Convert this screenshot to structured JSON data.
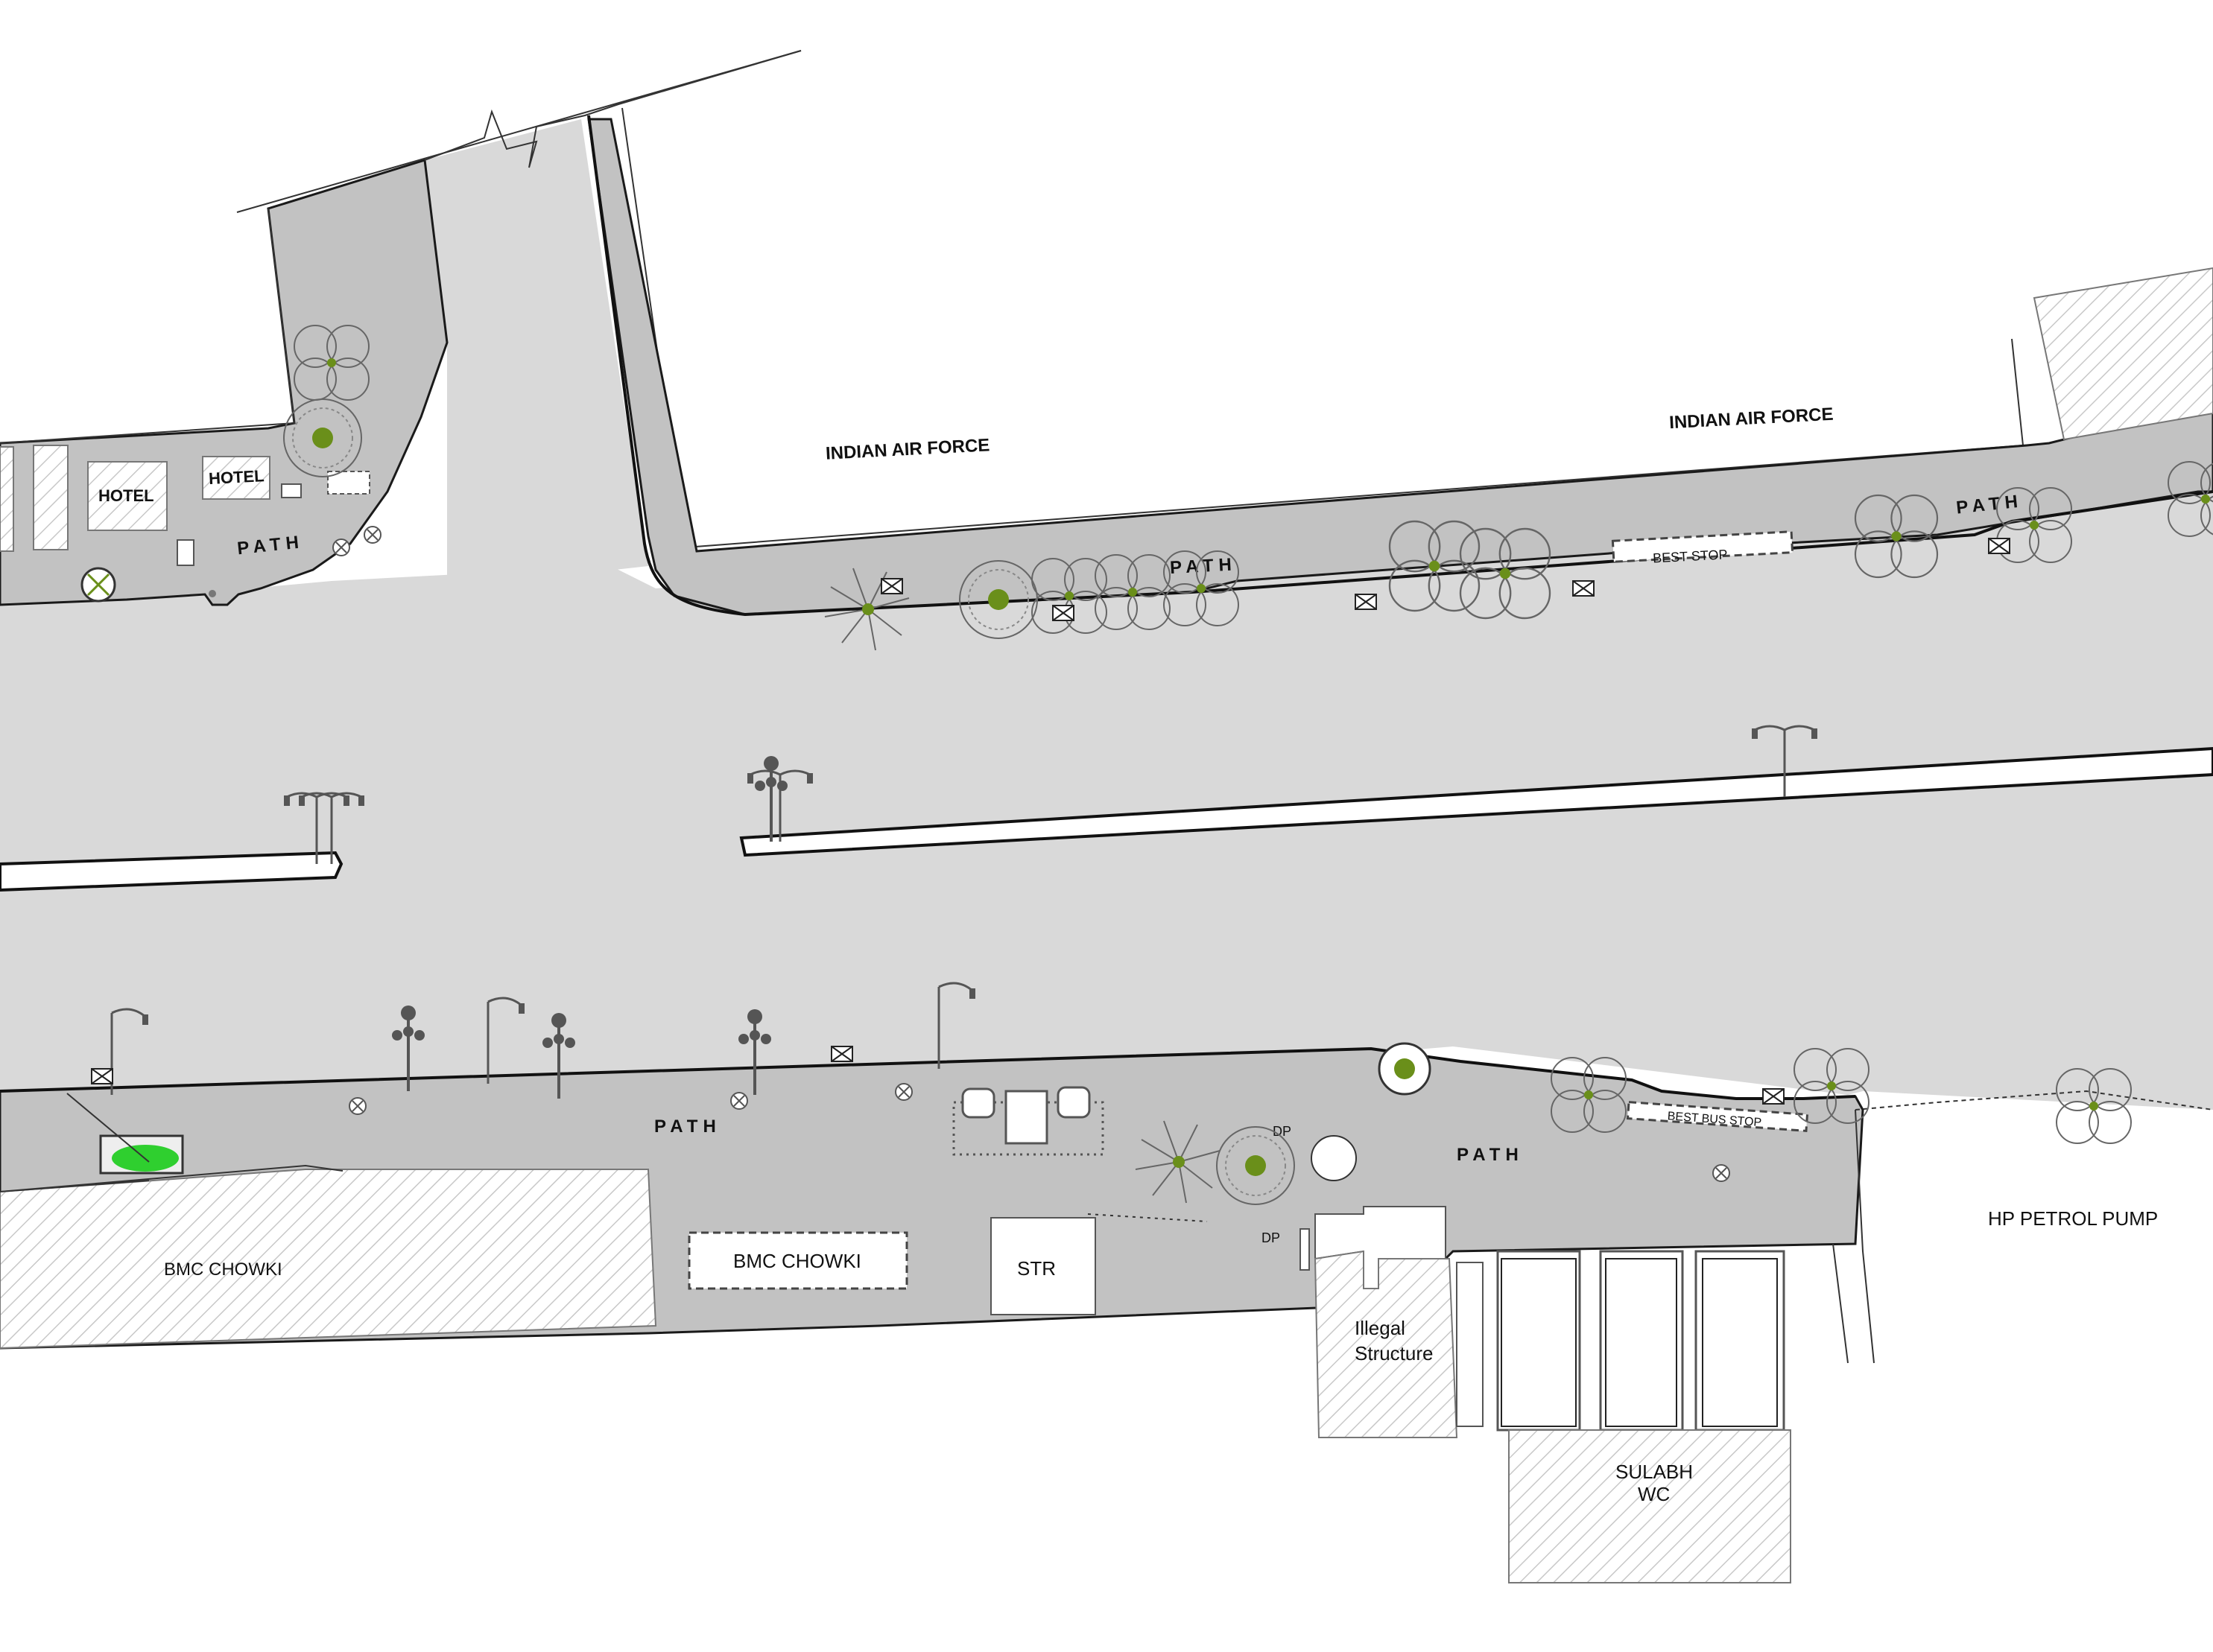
{
  "labels": {
    "indian_air_force_left": "INDIAN AIR FORCE",
    "indian_air_force_right": "INDIAN AIR FORCE",
    "hotel_1": "HOTEL",
    "hotel_2": "HOTEL",
    "path_top_left": "PATH",
    "path_top_mid": "PATH",
    "path_top_right": "PATH",
    "path_bottom_left": "PATH",
    "path_bottom_right": "PATH",
    "best_stop": "BEST STOP",
    "best_bus_stop": "BEST BUS STOP",
    "bmc_chowki_large": "BMC CHOWKI",
    "bmc_chowki_small": "BMC CHOWKI",
    "str": "STR",
    "dp_1": "DP",
    "dp_2": "DP",
    "illegal_structure_1": "Illegal",
    "illegal_structure_2": "Structure",
    "sulabh_1": "SULABH",
    "sulabh_2": "WC",
    "hp_petrol_pump": "HP PETROL PUMP"
  },
  "colors": {
    "road": "#d9d9d9",
    "pavement": "#c2c2c2",
    "tree_trunk": "#6a8f1a",
    "highlight_green": "#2fcf2f"
  },
  "icons": [
    "tree-icon",
    "street-lamp-icon",
    "manhole-icon",
    "meter-box-icon"
  ]
}
